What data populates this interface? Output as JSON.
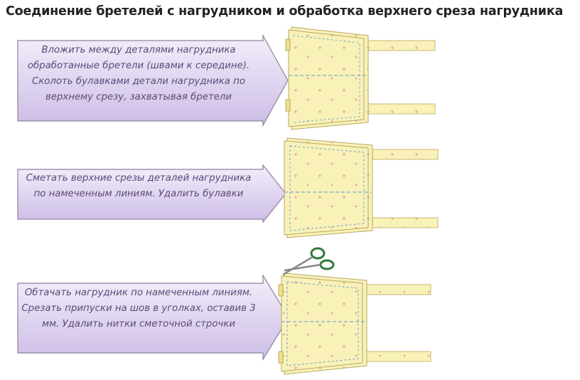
{
  "title": "Соединение бретелей с нагрудником и обработка верхнего среза нагрудника",
  "steps": [
    {
      "text": "Вложить между деталями нагрудника обработанные бретели (швами к середине). Сколоть булавками детали нагрудника по верхнему срезу, захватывая бретели"
    },
    {
      "text": "Сметать верхние срезы деталей нагрудника по намеченным линиям. Удалить булавки"
    },
    {
      "text": "Обтачать нагрудник по намеченным линиям. Срезать припуски на шов в уголках, оставив 3 мм. Удалить нитки сметочной строчки"
    }
  ],
  "colors": {
    "arrow_fill": "#ddd0ee",
    "arrow_stroke": "#8d82a0",
    "fabric": "#f8f1b8",
    "stitch": "#5b9bd0"
  }
}
